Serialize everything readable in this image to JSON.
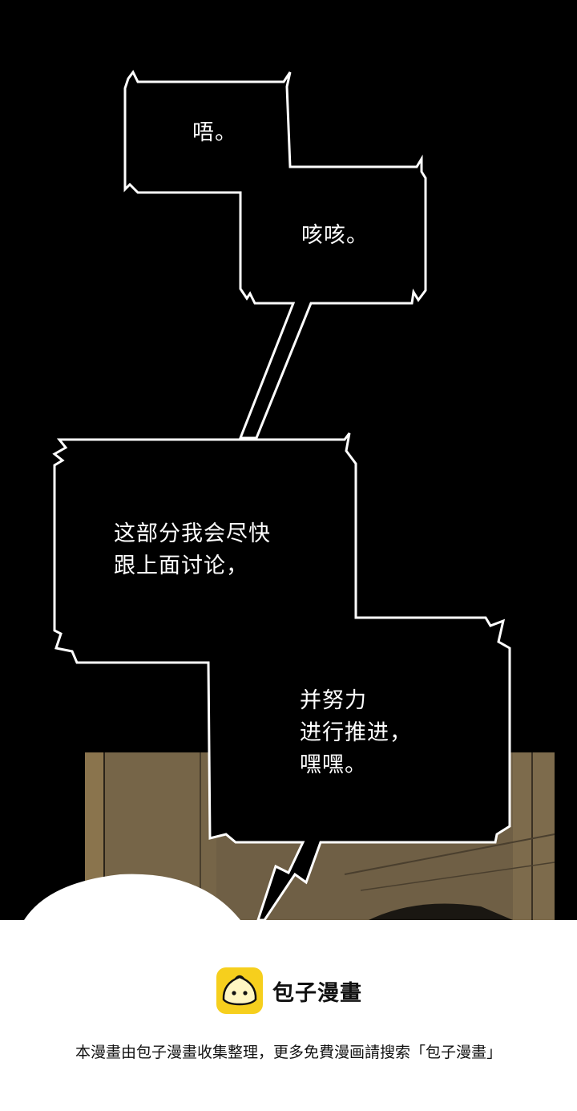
{
  "bubbles": {
    "b1": "唔。",
    "b2": "咳咳。",
    "b3": "这部分我会尽快\n跟上面讨论，",
    "b4": "并努力\n进行推进，\n嘿嘿。"
  },
  "footer": {
    "brand_name": "包子漫畫",
    "note": "本漫畫由包子漫畫收集整理，更多免費漫画請搜索「包子漫畫」"
  },
  "colors": {
    "background": "#000000",
    "bubble_stroke": "#ffffff",
    "panel_wood": "#7a6a4e",
    "logo_yellow": "#f6cf1d"
  }
}
